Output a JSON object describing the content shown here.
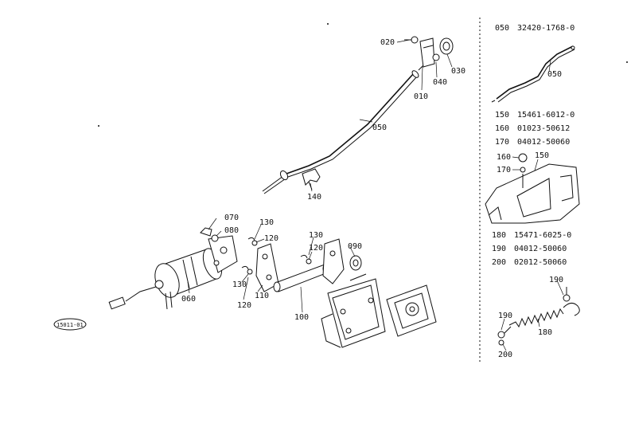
{
  "callouts": {
    "c010": "010",
    "c020": "020",
    "c030": "030",
    "c040": "040",
    "c050": "050",
    "c060": "060",
    "c070": "070",
    "c080": "080",
    "c090": "090",
    "c100": "100",
    "c110": "110",
    "c120a": "120",
    "c120b": "120",
    "c120c": "120",
    "c130a": "130",
    "c130b": "130",
    "c130c": "130",
    "c140": "140"
  },
  "side_panel": {
    "part_050": {
      "ref": "050",
      "number": "32420-1768-0",
      "callout": "050"
    },
    "group_150": [
      {
        "ref": "150",
        "number": "15461-6012-0"
      },
      {
        "ref": "160",
        "number": "01023-50612"
      },
      {
        "ref": "170",
        "number": "04012-50060"
      }
    ],
    "group_150_callouts": {
      "c160": "160",
      "c170": "170",
      "c150": "150"
    },
    "group_180": [
      {
        "ref": "180",
        "number": "15471-6025-0"
      },
      {
        "ref": "190",
        "number": "04012-50060"
      },
      {
        "ref": "200",
        "number": "02012-50060"
      }
    ],
    "group_180_callouts": {
      "c190a": "190",
      "c190b": "190",
      "c180": "180",
      "c200": "200"
    }
  },
  "stamp": "15011-01"
}
